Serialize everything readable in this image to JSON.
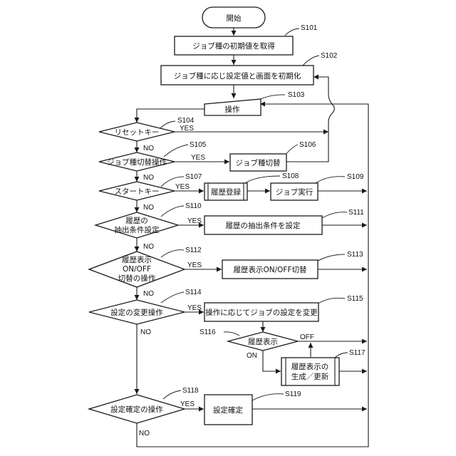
{
  "nodes": {
    "start": "開始",
    "s101": "ジョブ種の初期値を取得",
    "s102": "ジョブ種に応じ設定値と画面を初期化",
    "s103": "操作",
    "s104": "リセットキー",
    "s105": "ジョブ種切替操作",
    "s106": "ジョブ種切替",
    "s107": "スタートキー",
    "s108": "履歴登録",
    "s109": "ジョブ実行",
    "s110": [
      "履歴の",
      "抽出条件設定"
    ],
    "s111": "履歴の抽出条件を設定",
    "s112": [
      "履歴表示",
      "ON/OFF",
      "切替の操作"
    ],
    "s113": "履歴表示ON/OFF切替",
    "s114": "設定の変更操作",
    "s115": "操作に応じてジョブの設定を変更",
    "s116": "履歴表示",
    "s117": [
      "履歴表示の",
      "生成／更新"
    ],
    "s118": "設定確定の操作",
    "s119": "設定確定"
  },
  "step_labels": {
    "s101": "S101",
    "s102": "S102",
    "s103": "S103",
    "s104": "S104",
    "s105": "S105",
    "s106": "S106",
    "s107": "S107",
    "s108": "S108",
    "s109": "S109",
    "s110": "S110",
    "s111": "S111",
    "s112": "S112",
    "s113": "S113",
    "s114": "S114",
    "s115": "S115",
    "s116": "S116",
    "s117": "S117",
    "s118": "S118",
    "s119": "S119"
  },
  "branches": {
    "yes": "YES",
    "no": "NO",
    "on": "ON",
    "off": "OFF"
  }
}
